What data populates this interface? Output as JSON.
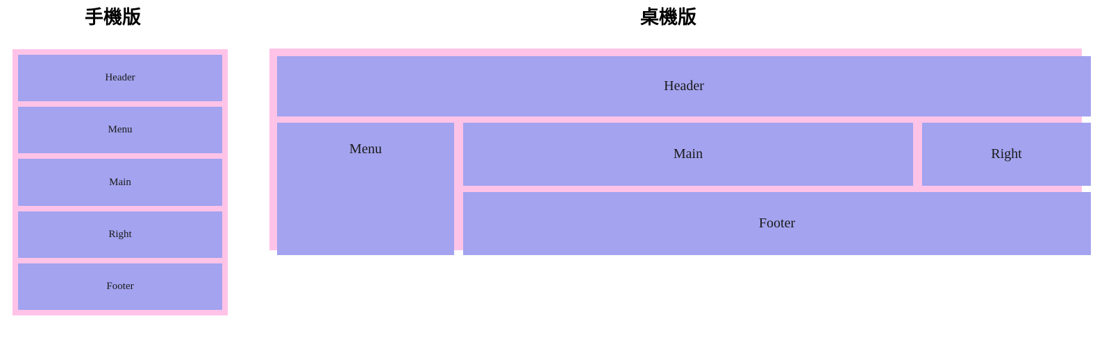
{
  "titles": {
    "mobile": "手機版",
    "desktop": "桌機版"
  },
  "colors": {
    "panel_background": "#ffc3e8",
    "block_background": "#a3a3ef",
    "block_text": "#1a1a1a",
    "page_background": "#ffffff",
    "title_text": "#000000"
  },
  "mobile_layout": {
    "direction": "vertical-stack",
    "blocks": [
      {
        "label": "Header"
      },
      {
        "label": "Menu"
      },
      {
        "label": "Main"
      },
      {
        "label": "Right"
      },
      {
        "label": "Footer"
      }
    ]
  },
  "desktop_layout": {
    "direction": "grid",
    "columns": 3,
    "rows": 3,
    "blocks": [
      {
        "label": "Header",
        "area": "row 1 / columns 1-3"
      },
      {
        "label": "Menu",
        "area": "rows 2-3 / column 1"
      },
      {
        "label": "Main",
        "area": "row 2 / column 2"
      },
      {
        "label": "Right",
        "area": "row 2 / column 3"
      },
      {
        "label": "Footer",
        "area": "row 3 / columns 2-3"
      }
    ]
  }
}
